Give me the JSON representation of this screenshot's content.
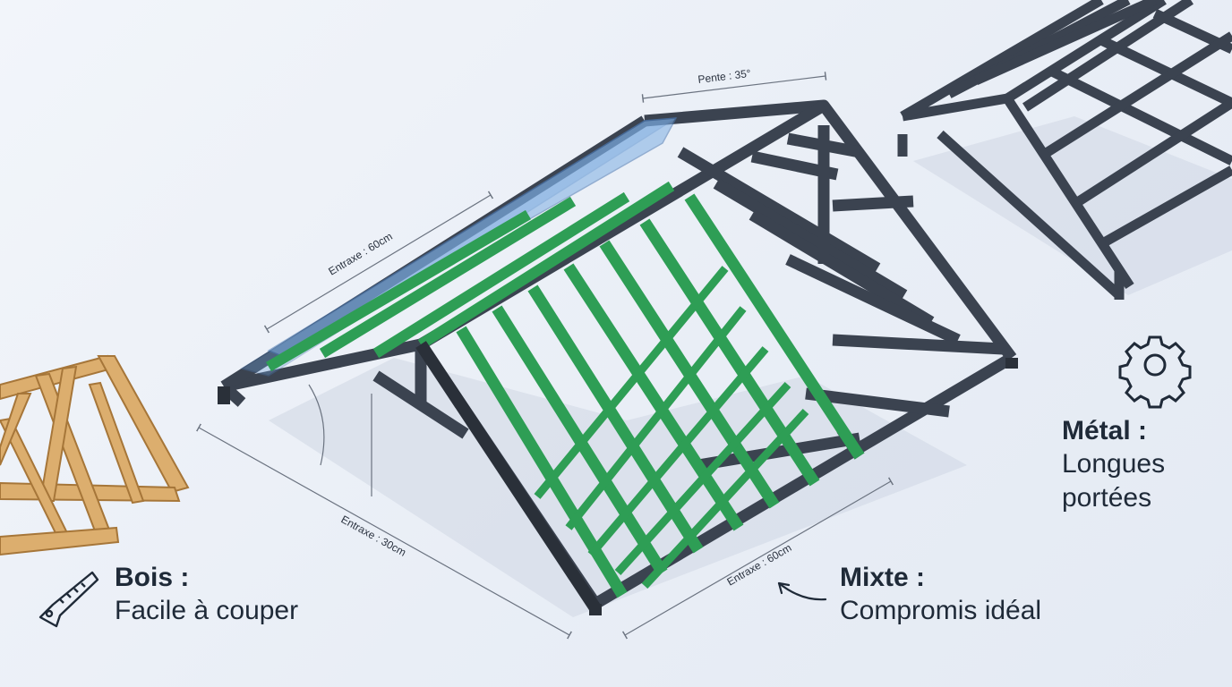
{
  "dimensions": {
    "slope": "Pente : 35°",
    "spacing_top": "Entraxe : 60cm",
    "spacing_left": "Entraxe : 30cm",
    "spacing_right": "Entraxe : 60cm"
  },
  "captions": {
    "wood": {
      "title": "Bois :",
      "subtitle": "Facile à couper",
      "icon": "saw-icon"
    },
    "mixed": {
      "title": "Mixte :",
      "subtitle": "Compromis idéal",
      "icon": "curved-arrow-icon"
    },
    "metal": {
      "title": "Métal :",
      "subtitle_line1": "Longues",
      "subtitle_line2": "portées",
      "icon": "gear-icon"
    }
  },
  "colors": {
    "steel": "#3b4350",
    "steel_dark": "#2a3039",
    "green": "#2e9e55",
    "green_dark": "#1f7a3f",
    "glass": "#6d9fd6",
    "wood": "#dcae6e",
    "wood_dark": "#a67639"
  }
}
